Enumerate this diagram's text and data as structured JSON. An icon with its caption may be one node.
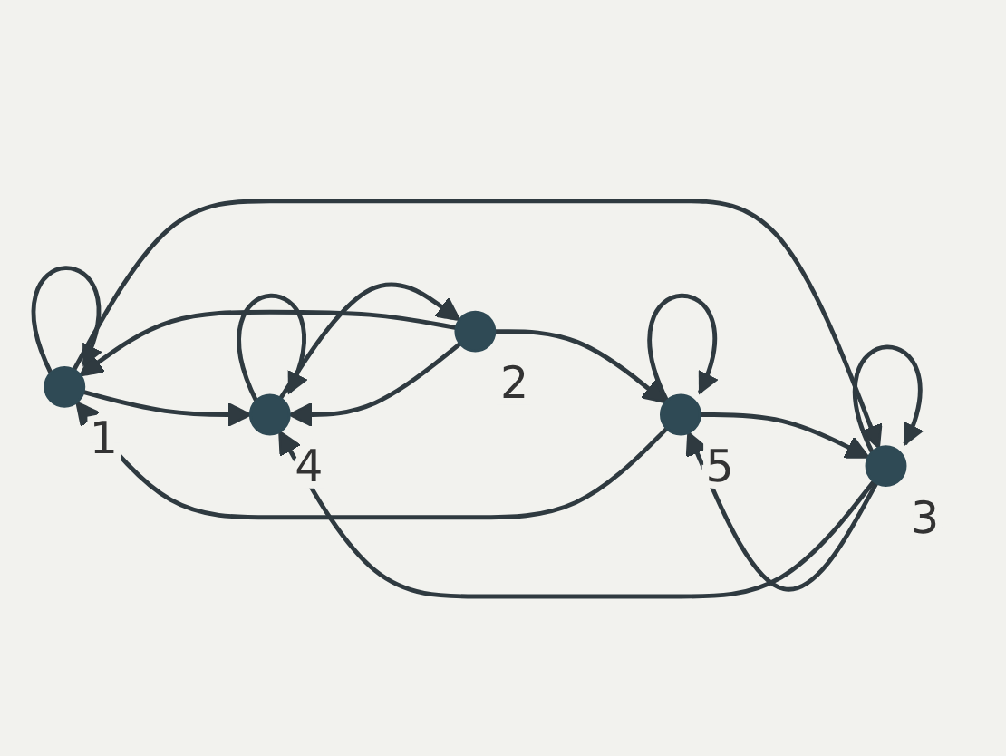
{
  "diagram": {
    "nodes": [
      {
        "text": [],
        "shape": "circle",
        "beside": [
          "1"
        ]
      },
      {
        "text": [],
        "shape": "circle",
        "beside": [
          "2"
        ]
      },
      {
        "text": [],
        "shape": "circle",
        "beside": [
          "3"
        ]
      },
      {
        "text": [],
        "shape": "circle",
        "beside": [
          "4"
        ]
      },
      {
        "text": [],
        "shape": "circle",
        "beside": [
          "5"
        ]
      }
    ],
    "edges": [
      {
        "from": 0,
        "to": 0,
        "arrow": "to"
      },
      {
        "from": 1,
        "to": 0,
        "arrow": "to"
      },
      {
        "from": 0,
        "to": 3,
        "arrow": "to"
      },
      {
        "from": 0,
        "to": 2,
        "arrow": "to"
      },
      {
        "from": 3,
        "to": 1,
        "arrow": "to"
      },
      {
        "from": 1,
        "to": 3,
        "arrow": "to"
      },
      {
        "from": 1,
        "to": 4,
        "arrow": "to"
      },
      {
        "from": 3,
        "to": 3,
        "arrow": "to"
      },
      {
        "from": 2,
        "to": 3,
        "arrow": "to"
      },
      {
        "from": 4,
        "to": 2,
        "arrow": "to"
      },
      {
        "from": 2,
        "to": 4,
        "arrow": "to"
      },
      {
        "from": 2,
        "to": 2,
        "arrow": "to"
      },
      {
        "from": 4,
        "to": 4,
        "arrow": "to"
      },
      {
        "from": 4,
        "to": 0,
        "arrow": "to"
      }
    ]
  }
}
